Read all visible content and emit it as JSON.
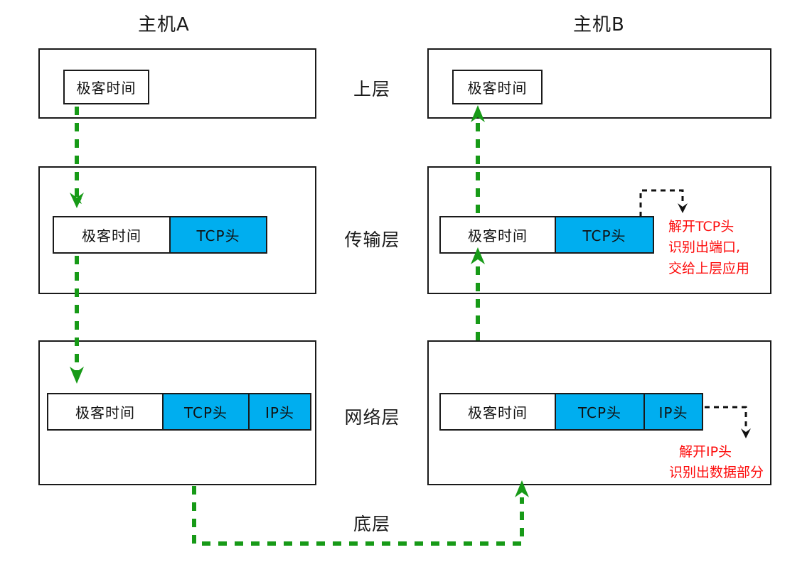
{
  "diagram": {
    "title_a": "主机A",
    "title_b": "主机B",
    "layer_labels": {
      "upper": "上层",
      "transport": "传输层",
      "network": "网络层",
      "bottom": "底层"
    },
    "labels": {
      "payload": "极客时间",
      "tcp_header": "TCP头",
      "ip_header": "IP头"
    },
    "annotations": {
      "transport_line1": "解开TCP头",
      "transport_line2": "识别出端口,",
      "transport_line3": "交给上层应用",
      "network_line1": "解开IP头",
      "network_line2": "识别出数据部分"
    },
    "colors": {
      "header_blue": "#00aeef",
      "flow_green": "#179a17",
      "annotation_red": "#fd0d0d",
      "stroke_black": "#1a1a1a",
      "background": "#ffffff"
    }
  }
}
